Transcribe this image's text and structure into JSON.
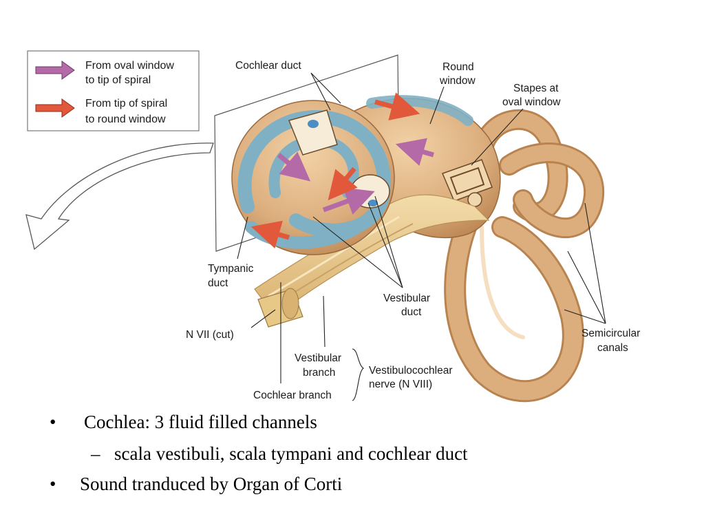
{
  "legend": {
    "items": [
      {
        "line1": "From oval window",
        "line2": "to tip of spiral",
        "arrow_color": "#b56aa8"
      },
      {
        "line1": "From tip of spiral",
        "line2": "to round window",
        "arrow_color": "#e2583a"
      }
    ]
  },
  "labels": {
    "cochlear_duct": "Cochlear duct",
    "round_window_1": "Round",
    "round_window_2": "window",
    "stapes_1": "Stapes at",
    "stapes_2": "oval window",
    "tympanic_1": "Tympanic",
    "tympanic_2": "duct",
    "vestibular_duct_1": "Vestibular",
    "vestibular_duct_2": "duct",
    "n7": "N VII (cut)",
    "vest_branch_1": "Vestibular",
    "vest_branch_2": "branch",
    "cochlear_branch": "Cochlear branch",
    "vestibulocochlear_1": "Vestibulocochlear",
    "vestibulocochlear_2": "nerve (N VIII)",
    "semicircular_1": "Semicircular",
    "semicircular_2": "canals"
  },
  "colors": {
    "bone": "#dcae7e",
    "bone_dark": "#b9834f",
    "duct_blue": "#7fb0c4",
    "nerve": "#e8c887"
  },
  "bullets": {
    "b1": "Cochlea: 3 fluid filled channels",
    "b2": "scala vestibuli, scala tympani and cochlear duct",
    "b3": "Sound tranduced by Organ of Corti",
    "dot": "•",
    "dash": "–"
  }
}
